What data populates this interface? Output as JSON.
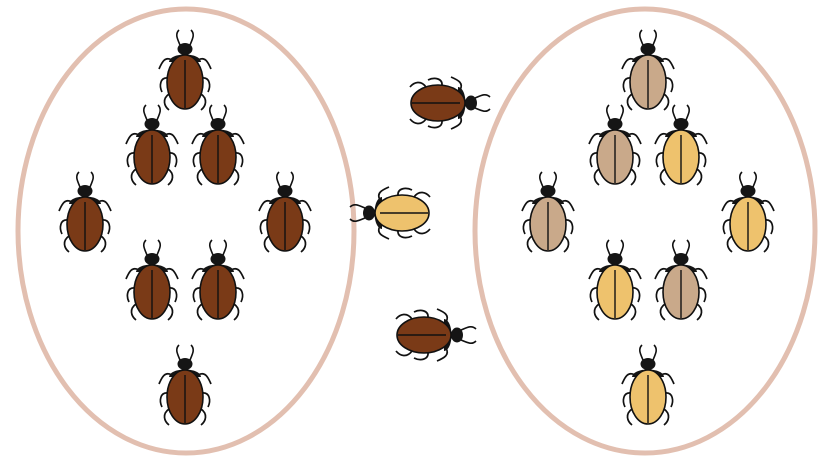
{
  "colors": {
    "background": "#ffffff",
    "enclosure_border": "#e2bfb0",
    "outline": "#111111",
    "head": "#151515",
    "dark_brown": "#7a3a17",
    "tan": "#c9a98a",
    "yellow": "#eec26d"
  },
  "groups": [
    {
      "id": "left",
      "beetles": [
        "dark_brown",
        "dark_brown",
        "dark_brown",
        "dark_brown",
        "dark_brown",
        "dark_brown",
        "dark_brown",
        "dark_brown"
      ]
    },
    {
      "id": "right",
      "beetles": [
        "tan",
        "tan",
        "yellow",
        "tan",
        "yellow",
        "yellow",
        "tan",
        "yellow"
      ]
    }
  ],
  "migrants": [
    {
      "color": "dark_brown",
      "direction": "right"
    },
    {
      "color": "yellow",
      "direction": "left"
    },
    {
      "color": "dark_brown",
      "direction": "right"
    }
  ],
  "beetle_icon": "beetle-icon"
}
